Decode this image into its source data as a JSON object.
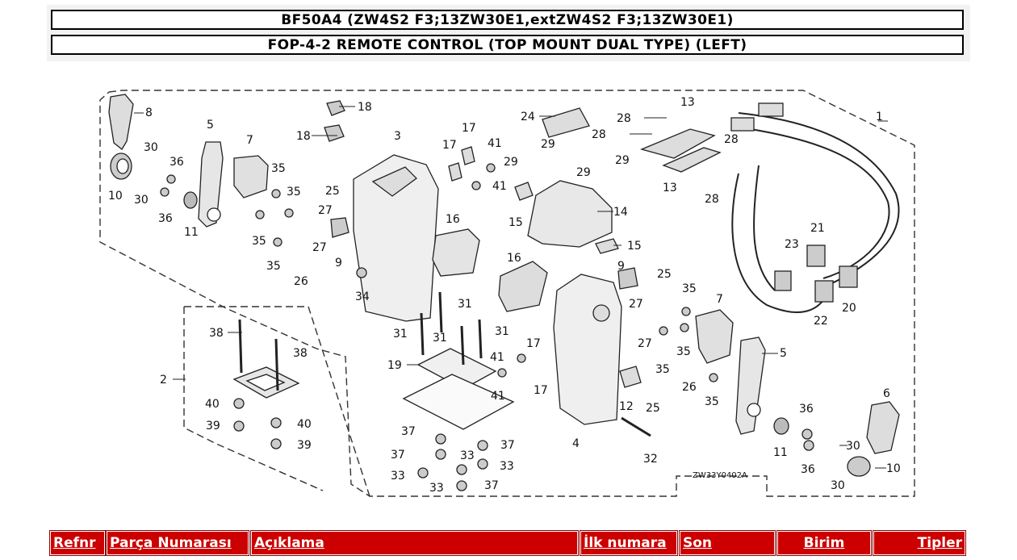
{
  "header": {
    "model": "BF50A4 (ZW4S2 F3;13ZW30E1,extZW4S2 F3;13ZW30E1)",
    "section": "FOP-4-2 REMOTE CONTROL (TOP MOUNT DUAL TYPE) (LEFT)"
  },
  "diagram": {
    "code": "ZW33Y0402A",
    "callouts": {
      "c1": "1",
      "c2": "2",
      "c3": "3",
      "c4": "4",
      "c5a": "5",
      "c5b": "5",
      "c6": "6",
      "c7a": "7",
      "c7b": "7",
      "c8": "8",
      "c9a": "9",
      "c9b": "9",
      "c10a": "10",
      "c10b": "10",
      "c11a": "11",
      "c11b": "11",
      "c12": "12",
      "c13a": "13",
      "c13b": "13",
      "c14": "14",
      "c15a": "15",
      "c15b": "15",
      "c16a": "16",
      "c16b": "16",
      "c17a": "17",
      "c17b": "17",
      "c17c": "17",
      "c18a": "18",
      "c18b": "18",
      "c19": "19",
      "c20": "20",
      "c21": "21",
      "c22": "22",
      "c23": "23",
      "c24": "24",
      "c25a": "25",
      "c25b": "25",
      "c25c": "25",
      "c26a": "26",
      "c26b": "26",
      "c27a": "27",
      "c27b": "27",
      "c27c": "27",
      "c27d": "27",
      "c28a": "28",
      "c28b": "28",
      "c28c": "28",
      "c28d": "28",
      "c29a": "29",
      "c29b": "29",
      "c29c": "29",
      "c29d": "29",
      "c30a": "30",
      "c30b": "30",
      "c30c": "30",
      "c30d": "30",
      "c31a": "31",
      "c31b": "31",
      "c31c": "31",
      "c31d": "31",
      "c32": "32",
      "c33a": "33",
      "c33b": "33",
      "c33c": "33",
      "c33d": "33",
      "c34": "34",
      "c35a": "35",
      "c35b": "35",
      "c35c": "35",
      "c35d": "35",
      "c35e": "35",
      "c35f": "35",
      "c35g": "35",
      "c36a": "36",
      "c36b": "36",
      "c36c": "36",
      "c36d": "36",
      "c37a": "37",
      "c37b": "37",
      "c37c": "37",
      "c37d": "37",
      "c38a": "38",
      "c38b": "38",
      "c39a": "39",
      "c39b": "39",
      "c40a": "40",
      "c40b": "40",
      "c41a": "41",
      "c41b": "41",
      "c41c": "41",
      "c41d": "41"
    }
  },
  "table": {
    "columns": [
      "Refnr",
      "Parça Numarası",
      "Açıklama",
      "İlk numara",
      "Son",
      "Birim",
      "Tipler"
    ]
  },
  "colors": {
    "header_red": "#cc0000",
    "header_text": "#ffffff"
  }
}
